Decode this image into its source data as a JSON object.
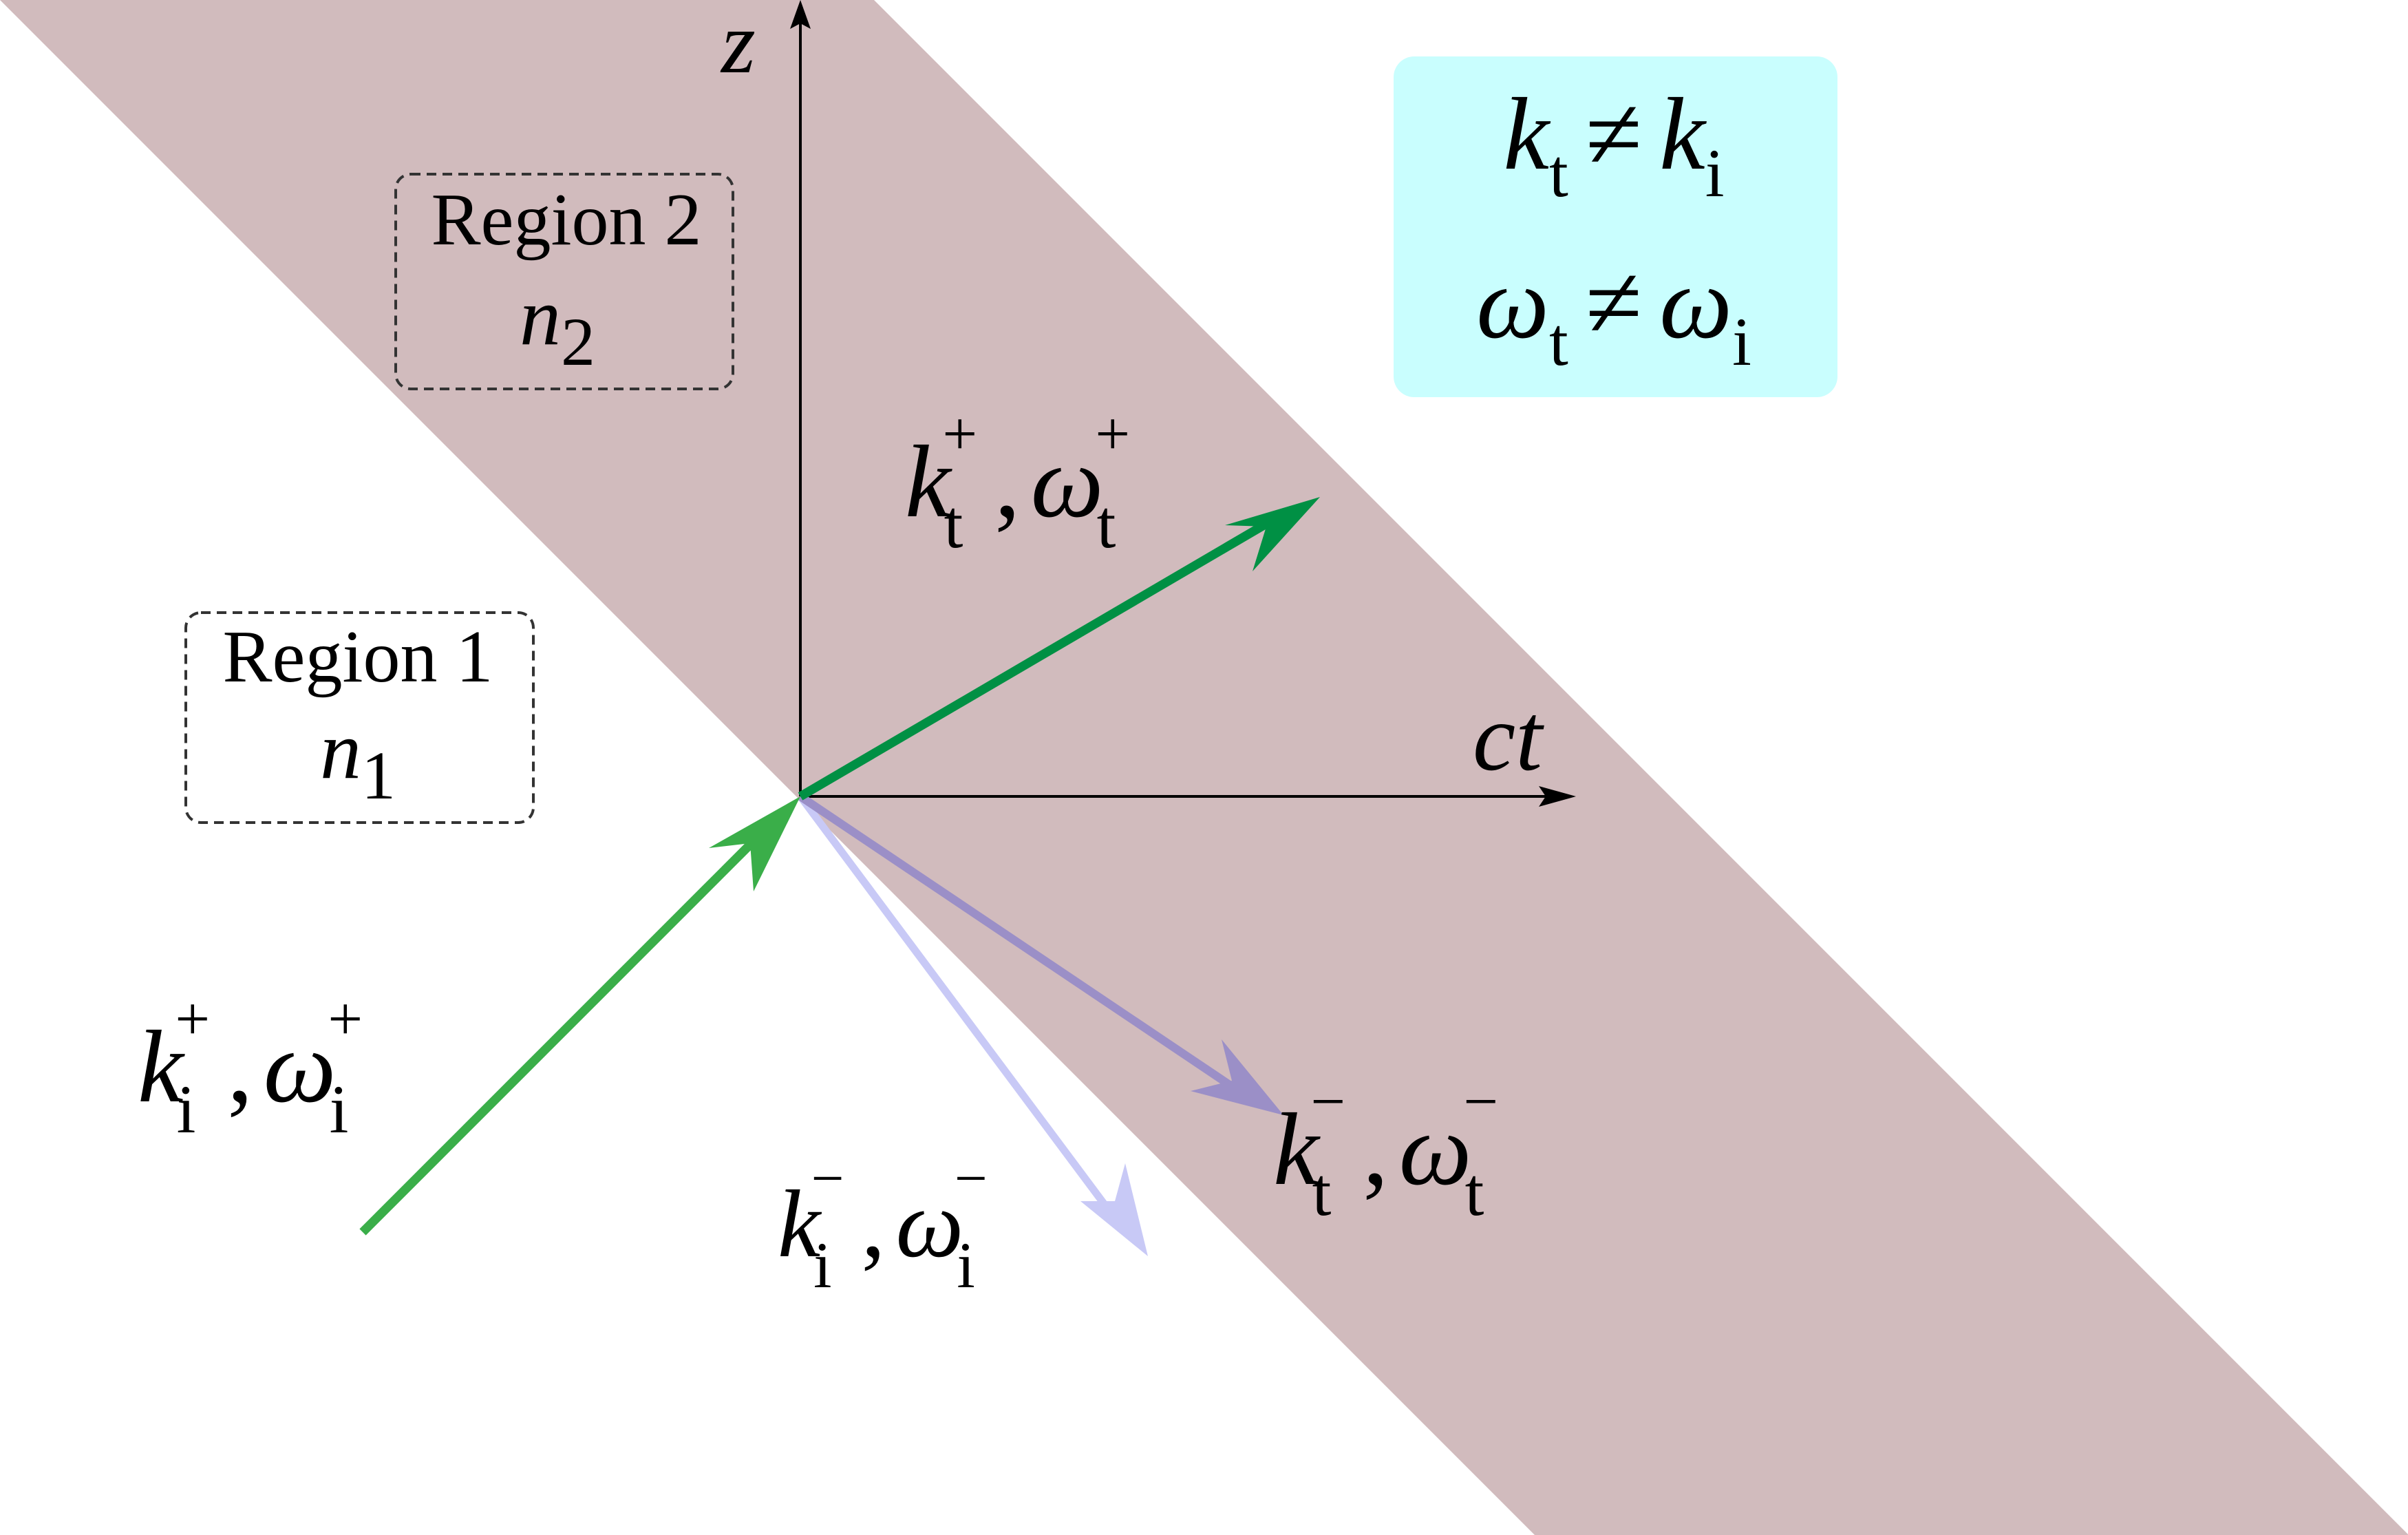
{
  "axes": {
    "vertical_label": "z",
    "horizontal_label": "ct"
  },
  "regions": [
    {
      "label": "Region 1",
      "index_symbol": "n",
      "index_sub": "1"
    },
    {
      "label": "Region 2",
      "index_symbol": "n",
      "index_sub": "2"
    }
  ],
  "condition_box": {
    "line1": {
      "lhs": "k",
      "lhs_sub": "t",
      "op": "≠",
      "rhs": "k",
      "rhs_sub": "i"
    },
    "line2": {
      "lhs": "ω",
      "lhs_sub": "t",
      "op": "≠",
      "rhs": "ω",
      "rhs_sub": "i"
    }
  },
  "waves": {
    "incident_forward": {
      "k": "k",
      "k_sub": "i",
      "k_sup": "+",
      "sep": ",",
      "w": "ω",
      "w_sub": "i",
      "w_sup": "+"
    },
    "transmitted_forward": {
      "k": "k",
      "k_sub": "t",
      "k_sup": "+",
      "sep": ",",
      "w": "ω",
      "w_sub": "t",
      "w_sup": "+"
    },
    "transmitted_backward": {
      "k": "k",
      "k_sub": "t",
      "k_sup": "−",
      "sep": ",",
      "w": "ω",
      "w_sub": "t",
      "w_sup": "−"
    },
    "incident_backward": {
      "k": "k",
      "k_sub": "i",
      "k_sup": "−",
      "sep": ",",
      "w": "ω",
      "w_sub": "i",
      "w_sup": "−"
    }
  },
  "colors": {
    "slab_fill": "#d1bbbd",
    "incident_arrow": "#3aae49",
    "transmitted_arrow": "#009044",
    "transmitted_backward_arrow": "#9b8fc7",
    "incident_backward_arrow": "#c8c9f6",
    "condition_box_fill": "#c9fefe",
    "axis_color": "#000000"
  }
}
